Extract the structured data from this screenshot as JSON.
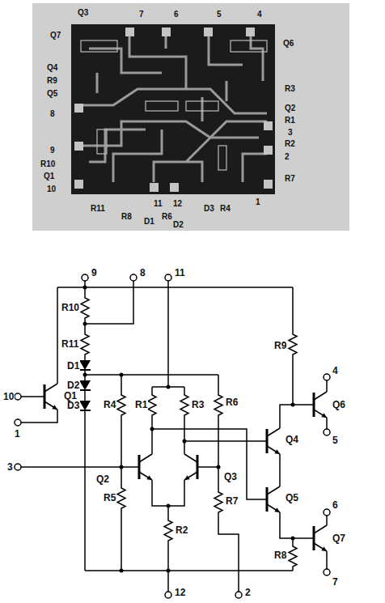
{
  "diagram": {
    "labels": [
      "Q3",
      "7",
      "6",
      "5",
      "4",
      "Q7",
      "Q6",
      "Q4",
      "R9",
      "R3",
      "Q5",
      "Q2",
      "R1",
      "3",
      "8",
      "R2",
      "9",
      "2",
      "R10",
      "Q1",
      "R7",
      "10",
      "R11",
      "R8",
      "D1",
      "11",
      "R6",
      "12",
      "D2",
      "D3",
      "R4",
      "1",
      "9",
      "8",
      "11",
      "R10",
      "R11",
      "D1",
      "D2",
      "D3",
      "10",
      "1",
      "Q1",
      "R4",
      "R1",
      "R3",
      "R6",
      "R9",
      "Q6",
      "4",
      "5",
      "Q4",
      "3",
      "Q2",
      "Q3",
      "Q5",
      "R5",
      "R2",
      "R7",
      "R8",
      "Q7",
      "6",
      "7",
      "12",
      "2"
    ]
  }
}
